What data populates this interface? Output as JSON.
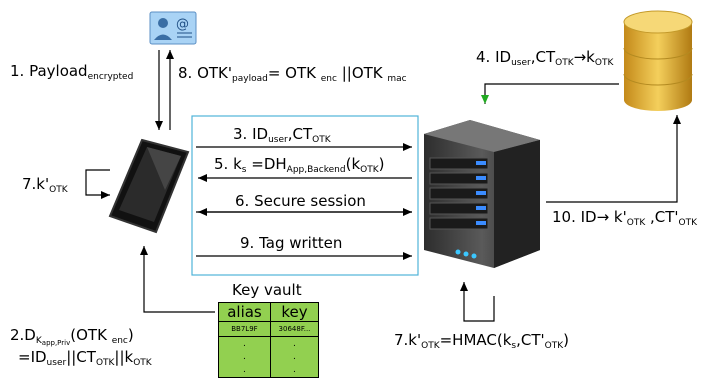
{
  "labels": {
    "step1_main": "1. Payload",
    "step1_sub": "encrypted",
    "step8_a": "8. OTK'",
    "step8_payload_sub": "payload",
    "step8_b": "= OTK ",
    "step8_enc_sub": "enc",
    "step8_c": " ||OTK ",
    "step8_mac_sub": "mac",
    "step4_a": "4. ID",
    "step4_user_sub": "user",
    "step4_b": ",CT",
    "step4_otk_sub": "OTK",
    "step4_c": "→k",
    "step4_otk2_sub": "OTK",
    "step3_a": "3. ID",
    "step3_user_sub": "user",
    "step3_b": ",CT",
    "step3_otk_sub": "OTK",
    "step5_a": "5. k",
    "step5_s_sub": "s",
    "step5_b": " =DH",
    "step5_dh_sub": "App,Backend",
    "step5_c": "(k",
    "step5_otk_sub": "OTK",
    "step5_d": ")",
    "step6": "6. Secure session",
    "step9": "9. Tag written",
    "step7a_a": "7.k'",
    "step7a_otk_sub": "OTK",
    "step10_a": "10. ID→ k'",
    "step10_otk_sub": "OTK",
    "step10_b": " ,CT'",
    "step10_otk2_sub": "OTK",
    "step2_a": "2.D",
    "step2_k_sub": "K",
    "step2_kapp_sub": "app,Priv",
    "step2_b": "(OTK ",
    "step2_enc_sub": "enc",
    "step2_c": ")",
    "step2_line2_a": "=ID",
    "step2_user_sub": "user",
    "step2_line2_b": "||CT",
    "step2_otk_sub": "OTK",
    "step2_line2_c": "||k",
    "step2_otk2_sub": "OTK",
    "step7b_a": "7.k'",
    "step7b_otk_sub": "OTK",
    "step7b_b": "=HMAC(k",
    "step7b_s_sub": "s",
    "step7b_c": ",CT'",
    "step7b_otk2_sub": "OTK",
    "step7b_d": ")"
  },
  "vault": {
    "title": "Key vault",
    "headers": [
      "alias",
      "key"
    ],
    "row1": [
      "BB7L9F",
      "30648F..."
    ],
    "dots": [
      ".\n.\n.",
      ".\n.\n."
    ]
  },
  "icons": {
    "email": "email-contact-icon",
    "phone": "smartphone-icon",
    "server": "server-icon",
    "database": "database-icon"
  },
  "colors": {
    "session_box_border": "#4fb3d9",
    "vault_fill": "#92d050",
    "db_gold": "#e0b43a",
    "green_arrowhead": "#22aa22"
  }
}
